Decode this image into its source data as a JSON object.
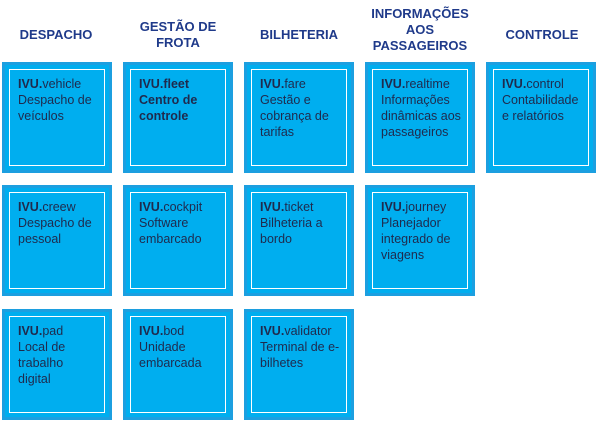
{
  "headers": [
    "DESPACHO",
    "GESTÃO DE FROTA",
    "BILHETERIA",
    "INFORMAÇÕES AOS PASSAGEIROS",
    "CONTROLE"
  ],
  "modules": {
    "vehicle": {
      "prefix": "IVU.",
      "name": "vehicle",
      "description": "Despacho de veículos"
    },
    "fleet": {
      "prefix": "IVU.",
      "name": "fleet",
      "description": "Centro de controle"
    },
    "fare": {
      "prefix": "IVU.",
      "name": "fare",
      "description": "Gestão e cobrança de tarifas"
    },
    "realtime": {
      "prefix": "IVU.",
      "name": "realtime",
      "description": "Informações dinâmicas aos passageiros"
    },
    "control": {
      "prefix": "IVU.",
      "name": "control",
      "description": "Contabilidade e relatórios"
    },
    "creew": {
      "prefix": "IVU.",
      "name": "creew",
      "description": "Despacho de pessoal"
    },
    "cockpit": {
      "prefix": "IVU.",
      "name": "cockpit",
      "description": "Software embarcado"
    },
    "ticket": {
      "prefix": "IVU.",
      "name": "ticket",
      "description": "Bilheteria a bordo"
    },
    "journey": {
      "prefix": "IVU.",
      "name": "journey",
      "description": "Planejador integrado de viagens"
    },
    "pad": {
      "prefix": "IVU.",
      "name": "pad",
      "description": "Local de trabalho digital"
    },
    "bod": {
      "prefix": "IVU.",
      "name": "bod",
      "description": "Unidade embarcada"
    },
    "validator": {
      "prefix": "IVU.",
      "name": "validator",
      "description": "Terminal de e-bilhetes"
    }
  },
  "colors": {
    "tile_fill": "#00aeef",
    "tile_border": "#1c9fe0",
    "header_text": "#1f3a8a",
    "tile_text": "#1f2a4d"
  }
}
